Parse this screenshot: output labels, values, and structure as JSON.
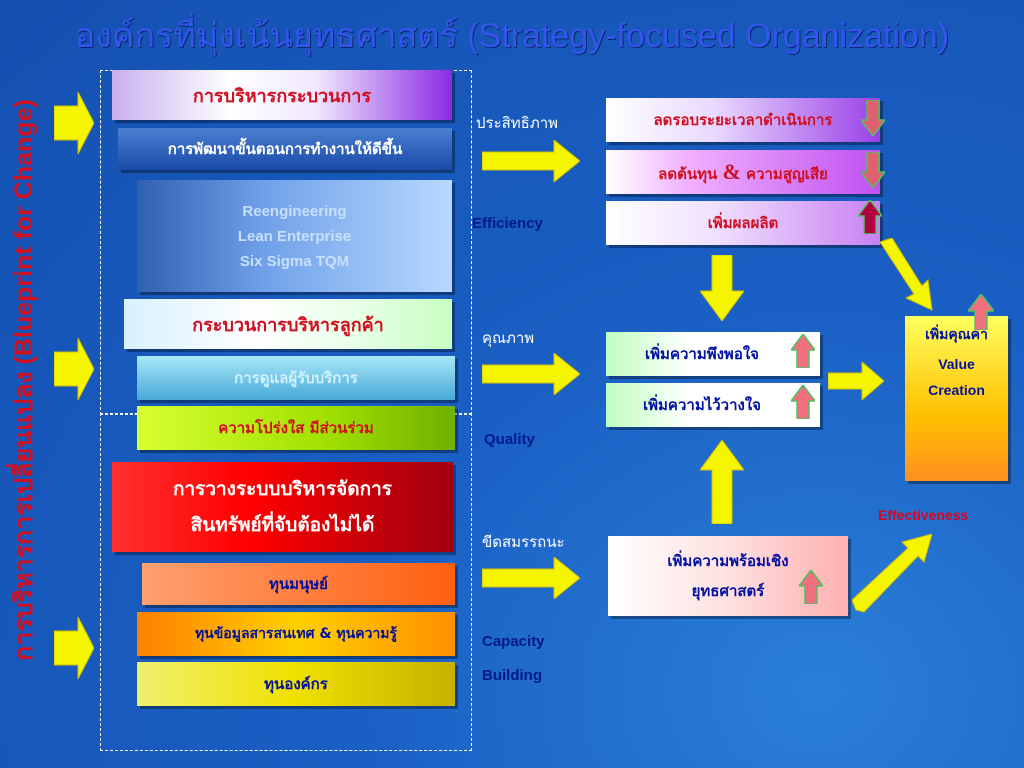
{
  "title": "องค์กรที่มุ่งเน้นยุทธศาสตร์ (Strategy-focused Organization)",
  "side_title": "การบริหารการเปลี่ยนแปลง (Blueprint for Change)",
  "left": {
    "process_header": "การบริหารกระบวนการ",
    "process_improve": "การพัฒนาขั้นตอนการทำงานให้ดีขึ้น",
    "methods": [
      "Reengineering",
      "Lean Enterprise",
      "Six Sigma  TQM"
    ],
    "customer_process": "กระบวนการบริหารลูกค้า",
    "customer_care": "การดูแลผู้รับบริการ",
    "transparency": "ความโปร่งใส มีส่วนร่วม",
    "intangible": [
      "การวางระบบบริหารจัดการ",
      "สินทรัพย์ที่จับต้องไม่ได้"
    ],
    "human_capital": "ทุนมนุษย์",
    "info_capital": "ทุนข้อมูลสารสนเทศ & ทุนความรู้",
    "org_capital": "ทุนองค์กร"
  },
  "middle": {
    "efficiency_th": "ประสิทธิภาพ",
    "efficiency_en": "Efficiency",
    "quality_th": "คุณภาพ",
    "quality_en": "Quality",
    "capacity_th": "ขีดสมรรถนะ",
    "capacity_en_1": "Capacity",
    "capacity_en_2": "Building"
  },
  "right": {
    "reduce_time": "ลดรอบระยะเวลาดำเนินการ",
    "reduce_cost": "ลดต้นทุน",
    "reduce_cost_amp": "&",
    "reduce_cost_2": "ความสูญเสีย",
    "increase_output": "เพิ่มผลผลิต",
    "increase_satisfaction": "เพิ่มความพึงพอใจ",
    "increase_trust": "เพิ่มความไว้วางใจ",
    "readiness": [
      "เพิ่มความพร้อมเชิง",
      "ยุทธศาสตร์"
    ],
    "value": [
      "เพิ่มคุณค่า",
      "Value",
      "Creation"
    ],
    "effectiveness": "Effectiveness"
  },
  "colors": {
    "title": "#3355ee",
    "side_title": "#d01020",
    "arrow_yellow": "#f5f500",
    "arrow_down_red": "#e06070",
    "arrow_up_red": "#b00040"
  }
}
